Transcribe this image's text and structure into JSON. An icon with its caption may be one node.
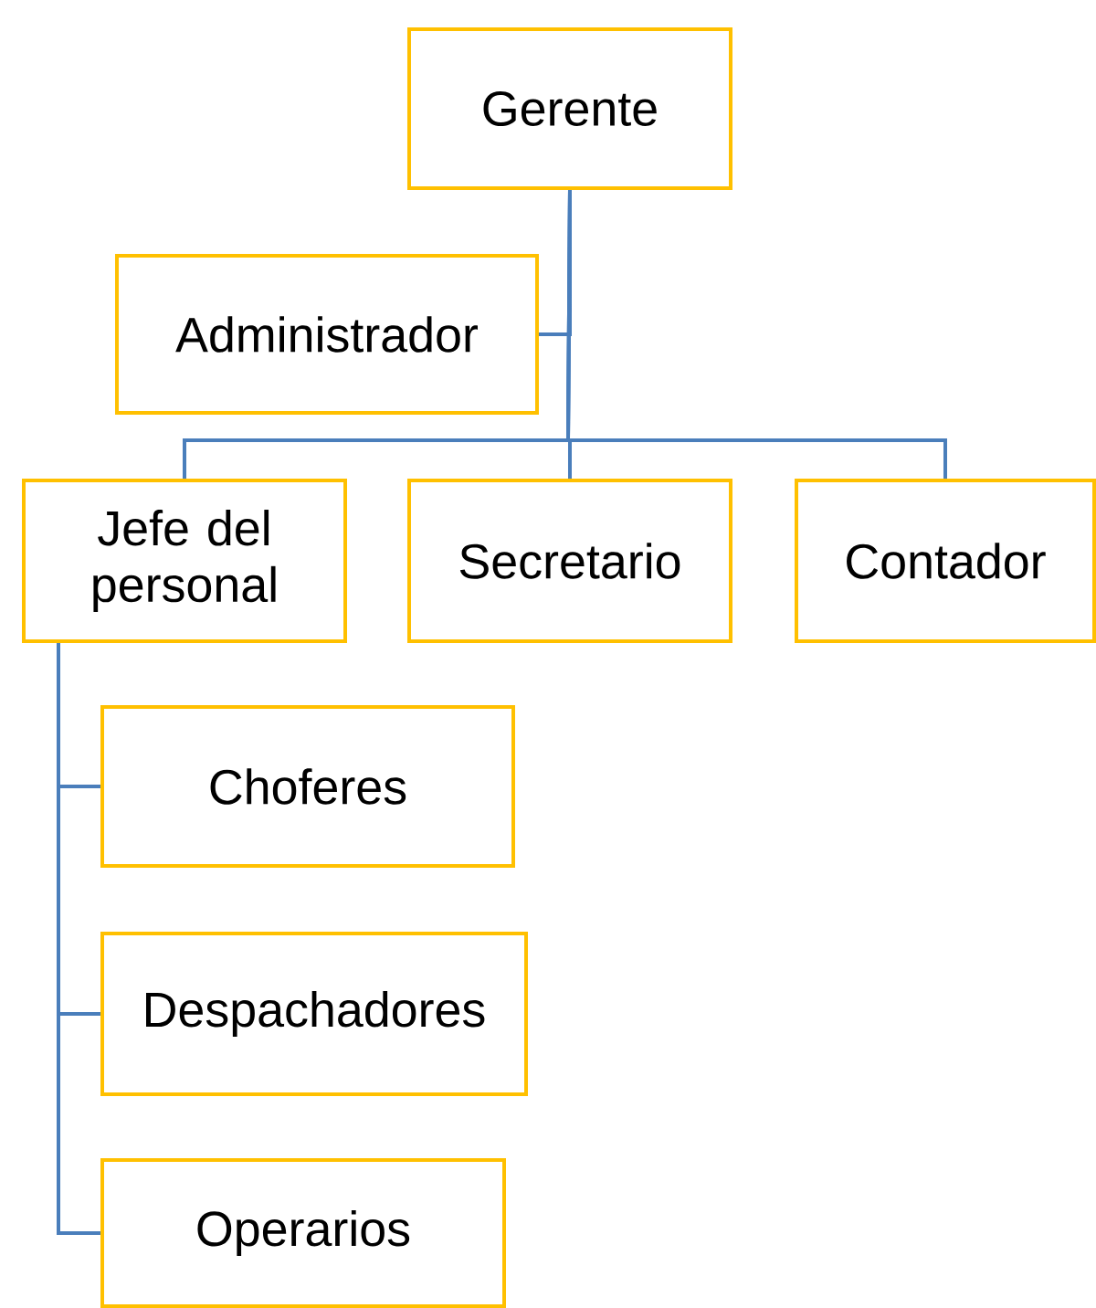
{
  "diagram": {
    "nodes": [
      {
        "text": [
          "Gerente"
        ]
      },
      {
        "text": [
          "Administrador"
        ]
      },
      {
        "text": [
          "Jefe del personal"
        ]
      },
      {
        "text": [
          "Secretario"
        ]
      },
      {
        "text": [
          "Contador"
        ]
      },
      {
        "text": [
          "Choferes"
        ]
      },
      {
        "text": [
          "Despachadores"
        ]
      },
      {
        "text": [
          "Operarios"
        ]
      }
    ],
    "edges": [
      {
        "from": 0,
        "to": 1,
        "arrow": "none"
      },
      {
        "from": 0,
        "to": 2,
        "arrow": "none"
      },
      {
        "from": 0,
        "to": 3,
        "arrow": "none"
      },
      {
        "from": 0,
        "to": 4,
        "arrow": "none"
      },
      {
        "from": 2,
        "to": 5,
        "arrow": "none"
      },
      {
        "from": 2,
        "to": 6,
        "arrow": "none"
      },
      {
        "from": 2,
        "to": 7,
        "arrow": "none"
      }
    ]
  }
}
